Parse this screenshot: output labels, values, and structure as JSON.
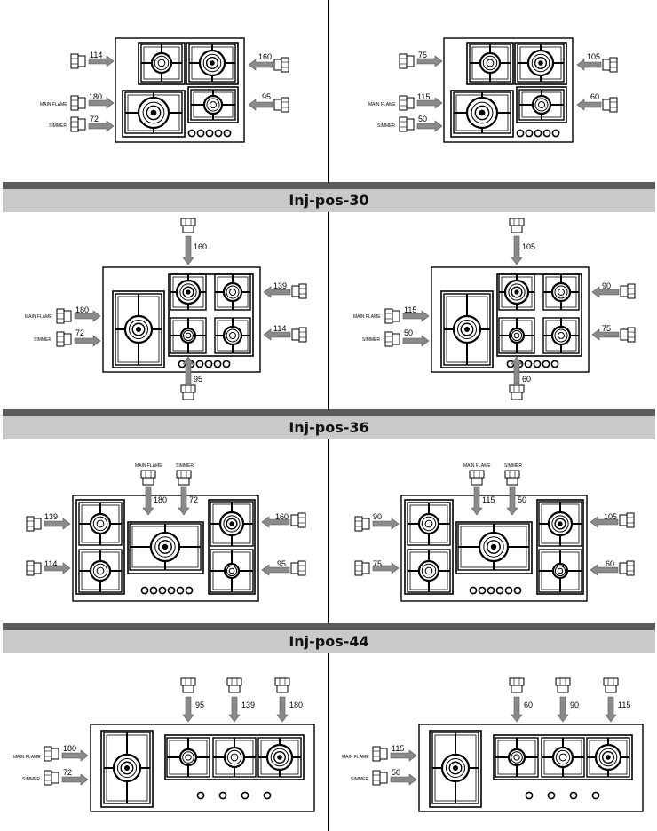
{
  "sections": [
    {
      "title": ""
    },
    {
      "title": "Inj-pos-30"
    },
    {
      "title": "Inj-pos-36"
    },
    {
      "title": "Inj-pos-44"
    }
  ],
  "labels": {
    "main_flame": "MAIN FLAME",
    "simmer": "SIMMER"
  },
  "diagrams": [
    {
      "section": 0,
      "side": "left",
      "values": {
        "tl": "114",
        "tr": "160",
        "br": "95",
        "main": "180",
        "simmer": "72"
      }
    },
    {
      "section": 0,
      "side": "right",
      "values": {
        "tl": "75",
        "tr": "105",
        "br": "60",
        "main": "115",
        "simmer": "50"
      }
    },
    {
      "section": 1,
      "side": "left",
      "values": {
        "top": "160",
        "right_top": "139",
        "right_bottom": "114",
        "bottom": "95",
        "main": "180",
        "simmer": "72"
      }
    },
    {
      "section": 1,
      "side": "right",
      "values": {
        "top": "105",
        "right_top": "90",
        "right_bottom": "75",
        "bottom": "60",
        "main": "115",
        "simmer": "50"
      }
    },
    {
      "section": 2,
      "side": "left",
      "values": {
        "left_top": "139",
        "left_bottom": "114",
        "right_top": "160",
        "right_bottom": "95",
        "main": "180",
        "simmer": "72"
      }
    },
    {
      "section": 2,
      "side": "right",
      "values": {
        "left_top": "90",
        "left_bottom": "75",
        "right_top": "105",
        "right_bottom": "60",
        "main": "115",
        "simmer": "50"
      }
    },
    {
      "section": 3,
      "side": "left",
      "values": {
        "top1": "95",
        "top2": "139",
        "top3": "180",
        "main": "180",
        "simmer": "72"
      }
    },
    {
      "section": 3,
      "side": "right",
      "values": {
        "top1": "60",
        "top2": "90",
        "top3": "115",
        "main": "115",
        "simmer": "50"
      }
    }
  ],
  "colors": {
    "arrow": "#8a8a8a",
    "line": "#000000",
    "band_dark": "#5b5b5b",
    "band_light": "#c9c9c9"
  }
}
